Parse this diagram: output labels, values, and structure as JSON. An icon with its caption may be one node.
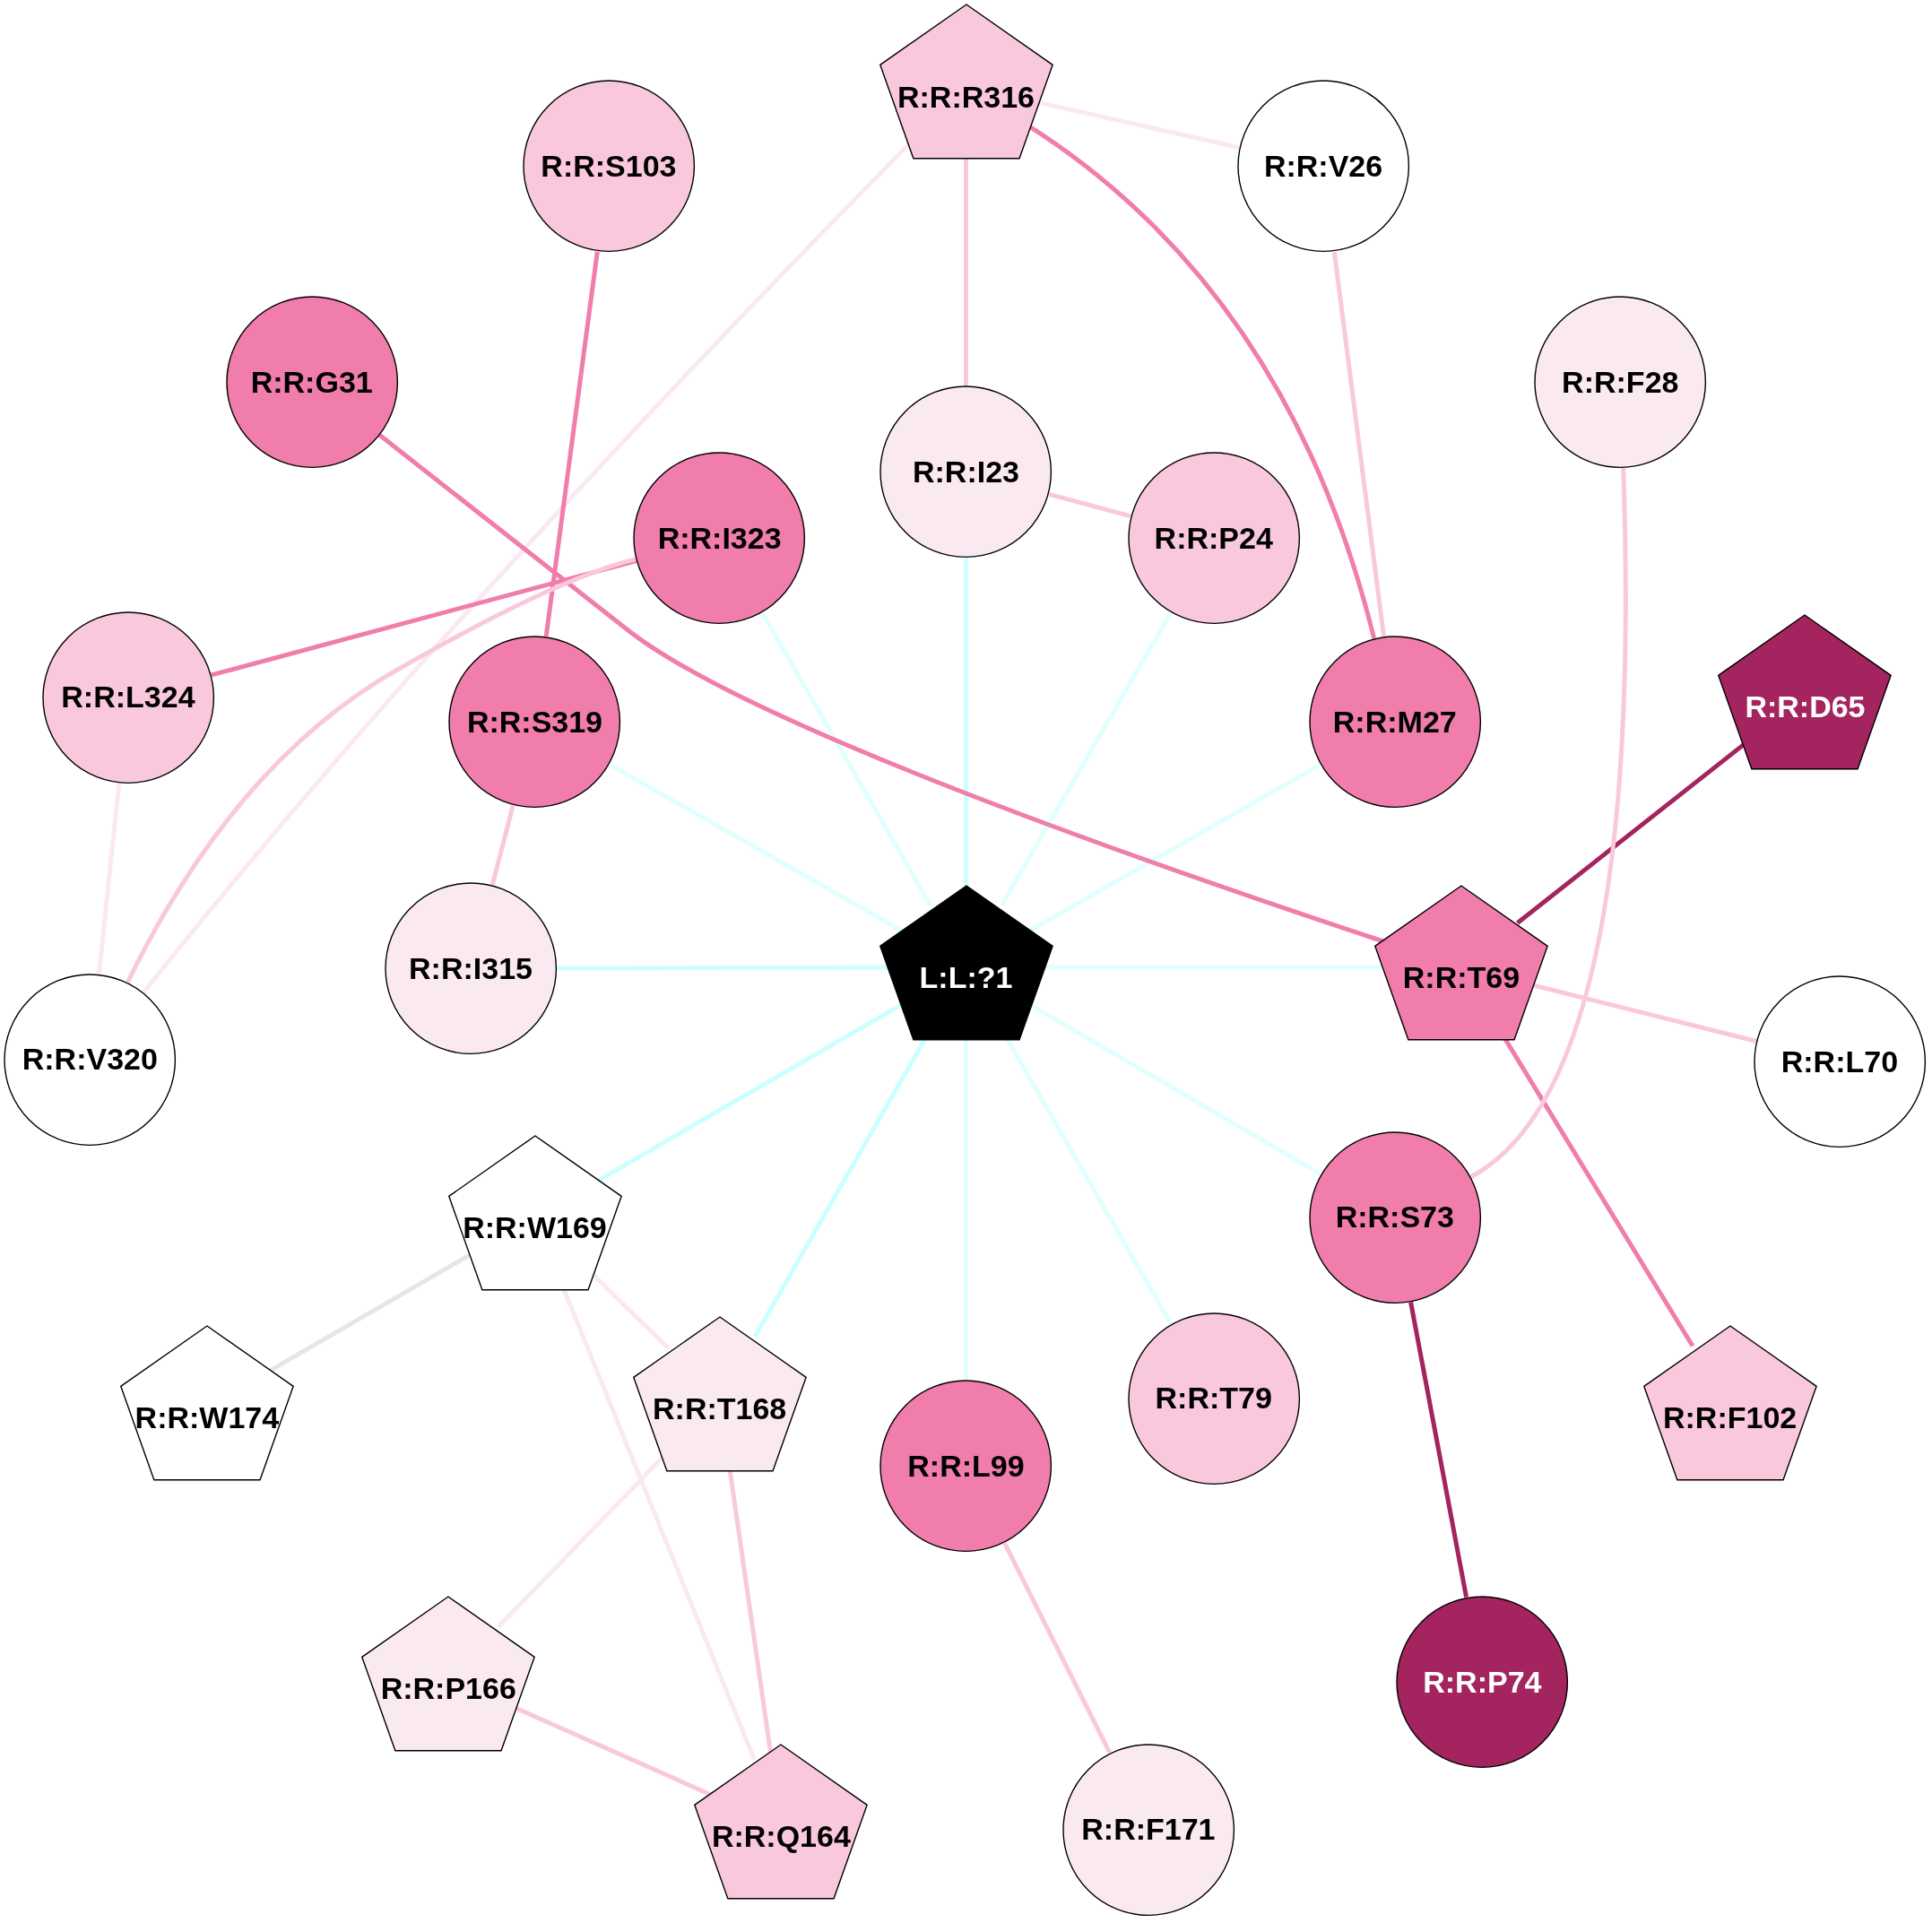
{
  "diagram": {
    "nodes": [
      {
        "text": [
          "L:L:?1"
        ]
      },
      {
        "text": [
          "R:R:R316"
        ]
      },
      {
        "text": [
          "R:R:S103"
        ]
      },
      {
        "text": [
          "R:R:V26"
        ]
      },
      {
        "text": [
          "R:R:G31"
        ]
      },
      {
        "text": [
          "R:R:F28"
        ]
      },
      {
        "text": [
          "R:R:I23"
        ]
      },
      {
        "text": [
          "R:R:I323"
        ]
      },
      {
        "text": [
          "R:R:P24"
        ]
      },
      {
        "text": [
          "R:R:L324"
        ]
      },
      {
        "text": [
          "R:R:S319"
        ]
      },
      {
        "text": [
          "R:R:M27"
        ]
      },
      {
        "text": [
          "R:R:D65"
        ]
      },
      {
        "text": [
          "R:R:I315"
        ]
      },
      {
        "text": [
          "R:R:T69"
        ]
      },
      {
        "text": [
          "R:R:V320"
        ]
      },
      {
        "text": [
          "R:R:L70"
        ]
      },
      {
        "text": [
          "R:R:W169"
        ]
      },
      {
        "text": [
          "R:R:S73"
        ]
      },
      {
        "text": [
          "R:R:W174"
        ]
      },
      {
        "text": [
          "R:R:T168"
        ]
      },
      {
        "text": [
          "R:R:T79"
        ]
      },
      {
        "text": [
          "R:R:F102"
        ]
      },
      {
        "text": [
          "R:R:L99"
        ]
      },
      {
        "text": [
          "R:R:P166"
        ]
      },
      {
        "text": [
          "R:R:P74"
        ]
      },
      {
        "text": [
          "R:R:Q164"
        ]
      },
      {
        "text": [
          "R:R:F171"
        ]
      }
    ],
    "edges": [
      {
        "from": 0,
        "to": 6,
        "arrow": "none",
        "color": "#ccffff"
      },
      {
        "from": 0,
        "to": 7,
        "arrow": "none",
        "color": "#e0ffff"
      },
      {
        "from": 0,
        "to": 8,
        "arrow": "none",
        "color": "#e0ffff"
      },
      {
        "from": 0,
        "to": 10,
        "arrow": "none",
        "color": "#e0ffff"
      },
      {
        "from": 0,
        "to": 11,
        "arrow": "none",
        "color": "#e0ffff"
      },
      {
        "from": 0,
        "to": 13,
        "arrow": "none",
        "color": "#ccffff"
      },
      {
        "from": 0,
        "to": 14,
        "arrow": "none",
        "color": "#e0ffff"
      },
      {
        "from": 0,
        "to": 17,
        "arrow": "none",
        "color": "#ccffff"
      },
      {
        "from": 0,
        "to": 18,
        "arrow": "none",
        "color": "#e0ffff"
      },
      {
        "from": 0,
        "to": 20,
        "arrow": "none",
        "color": "#ccffff"
      },
      {
        "from": 0,
        "to": 21,
        "arrow": "none",
        "color": "#e0ffff"
      },
      {
        "from": 0,
        "to": 23,
        "arrow": "none",
        "color": "#e0ffff"
      },
      {
        "from": 1,
        "to": 3,
        "arrow": "none",
        "color": "#fbe9f1"
      },
      {
        "from": 1,
        "to": 6,
        "arrow": "none",
        "color": "#f9c8dc"
      },
      {
        "from": 1,
        "to": 11,
        "arrow": "none",
        "color": "#f07dab"
      },
      {
        "from": 1,
        "to": 15,
        "arrow": "none",
        "color": "#fbe9f1"
      },
      {
        "from": 2,
        "to": 10,
        "arrow": "none",
        "color": "#f07dab"
      },
      {
        "from": 4,
        "to": 14,
        "arrow": "none",
        "color": "#f07dab"
      },
      {
        "from": 3,
        "to": 11,
        "arrow": "none",
        "color": "#f9c8dc"
      },
      {
        "from": 6,
        "to": 8,
        "arrow": "none",
        "color": "#f9c8dc"
      },
      {
        "from": 7,
        "to": 9,
        "arrow": "none",
        "color": "#f07dab"
      },
      {
        "from": 7,
        "to": 15,
        "arrow": "none",
        "color": "#f9c8dc"
      },
      {
        "from": 9,
        "to": 15,
        "arrow": "none",
        "color": "#fbe9f1"
      },
      {
        "from": 10,
        "to": 13,
        "arrow": "none",
        "color": "#f9c8dc"
      },
      {
        "from": 12,
        "to": 14,
        "arrow": "none",
        "color": "#a3245e"
      },
      {
        "from": 14,
        "to": 16,
        "arrow": "none",
        "color": "#f9c8dc"
      },
      {
        "from": 14,
        "to": 22,
        "arrow": "none",
        "color": "#f07dab"
      },
      {
        "from": 5,
        "to": 18,
        "arrow": "none",
        "color": "#f9c8dc"
      },
      {
        "from": 18,
        "to": 25,
        "arrow": "none",
        "color": "#a3245e"
      },
      {
        "from": 17,
        "to": 19,
        "arrow": "none",
        "color": "#e6e6e6"
      },
      {
        "from": 17,
        "to": 20,
        "arrow": "none",
        "color": "#fbe9f1"
      },
      {
        "from": 17,
        "to": 26,
        "arrow": "none",
        "color": "#fbe9f1"
      },
      {
        "from": 20,
        "to": 24,
        "arrow": "none",
        "color": "#fbe9f1"
      },
      {
        "from": 20,
        "to": 26,
        "arrow": "none",
        "color": "#f9c8dc"
      },
      {
        "from": 24,
        "to": 26,
        "arrow": "none",
        "color": "#f9c8dc"
      },
      {
        "from": 23,
        "to": 27,
        "arrow": "none",
        "color": "#f9c8dc"
      }
    ]
  }
}
